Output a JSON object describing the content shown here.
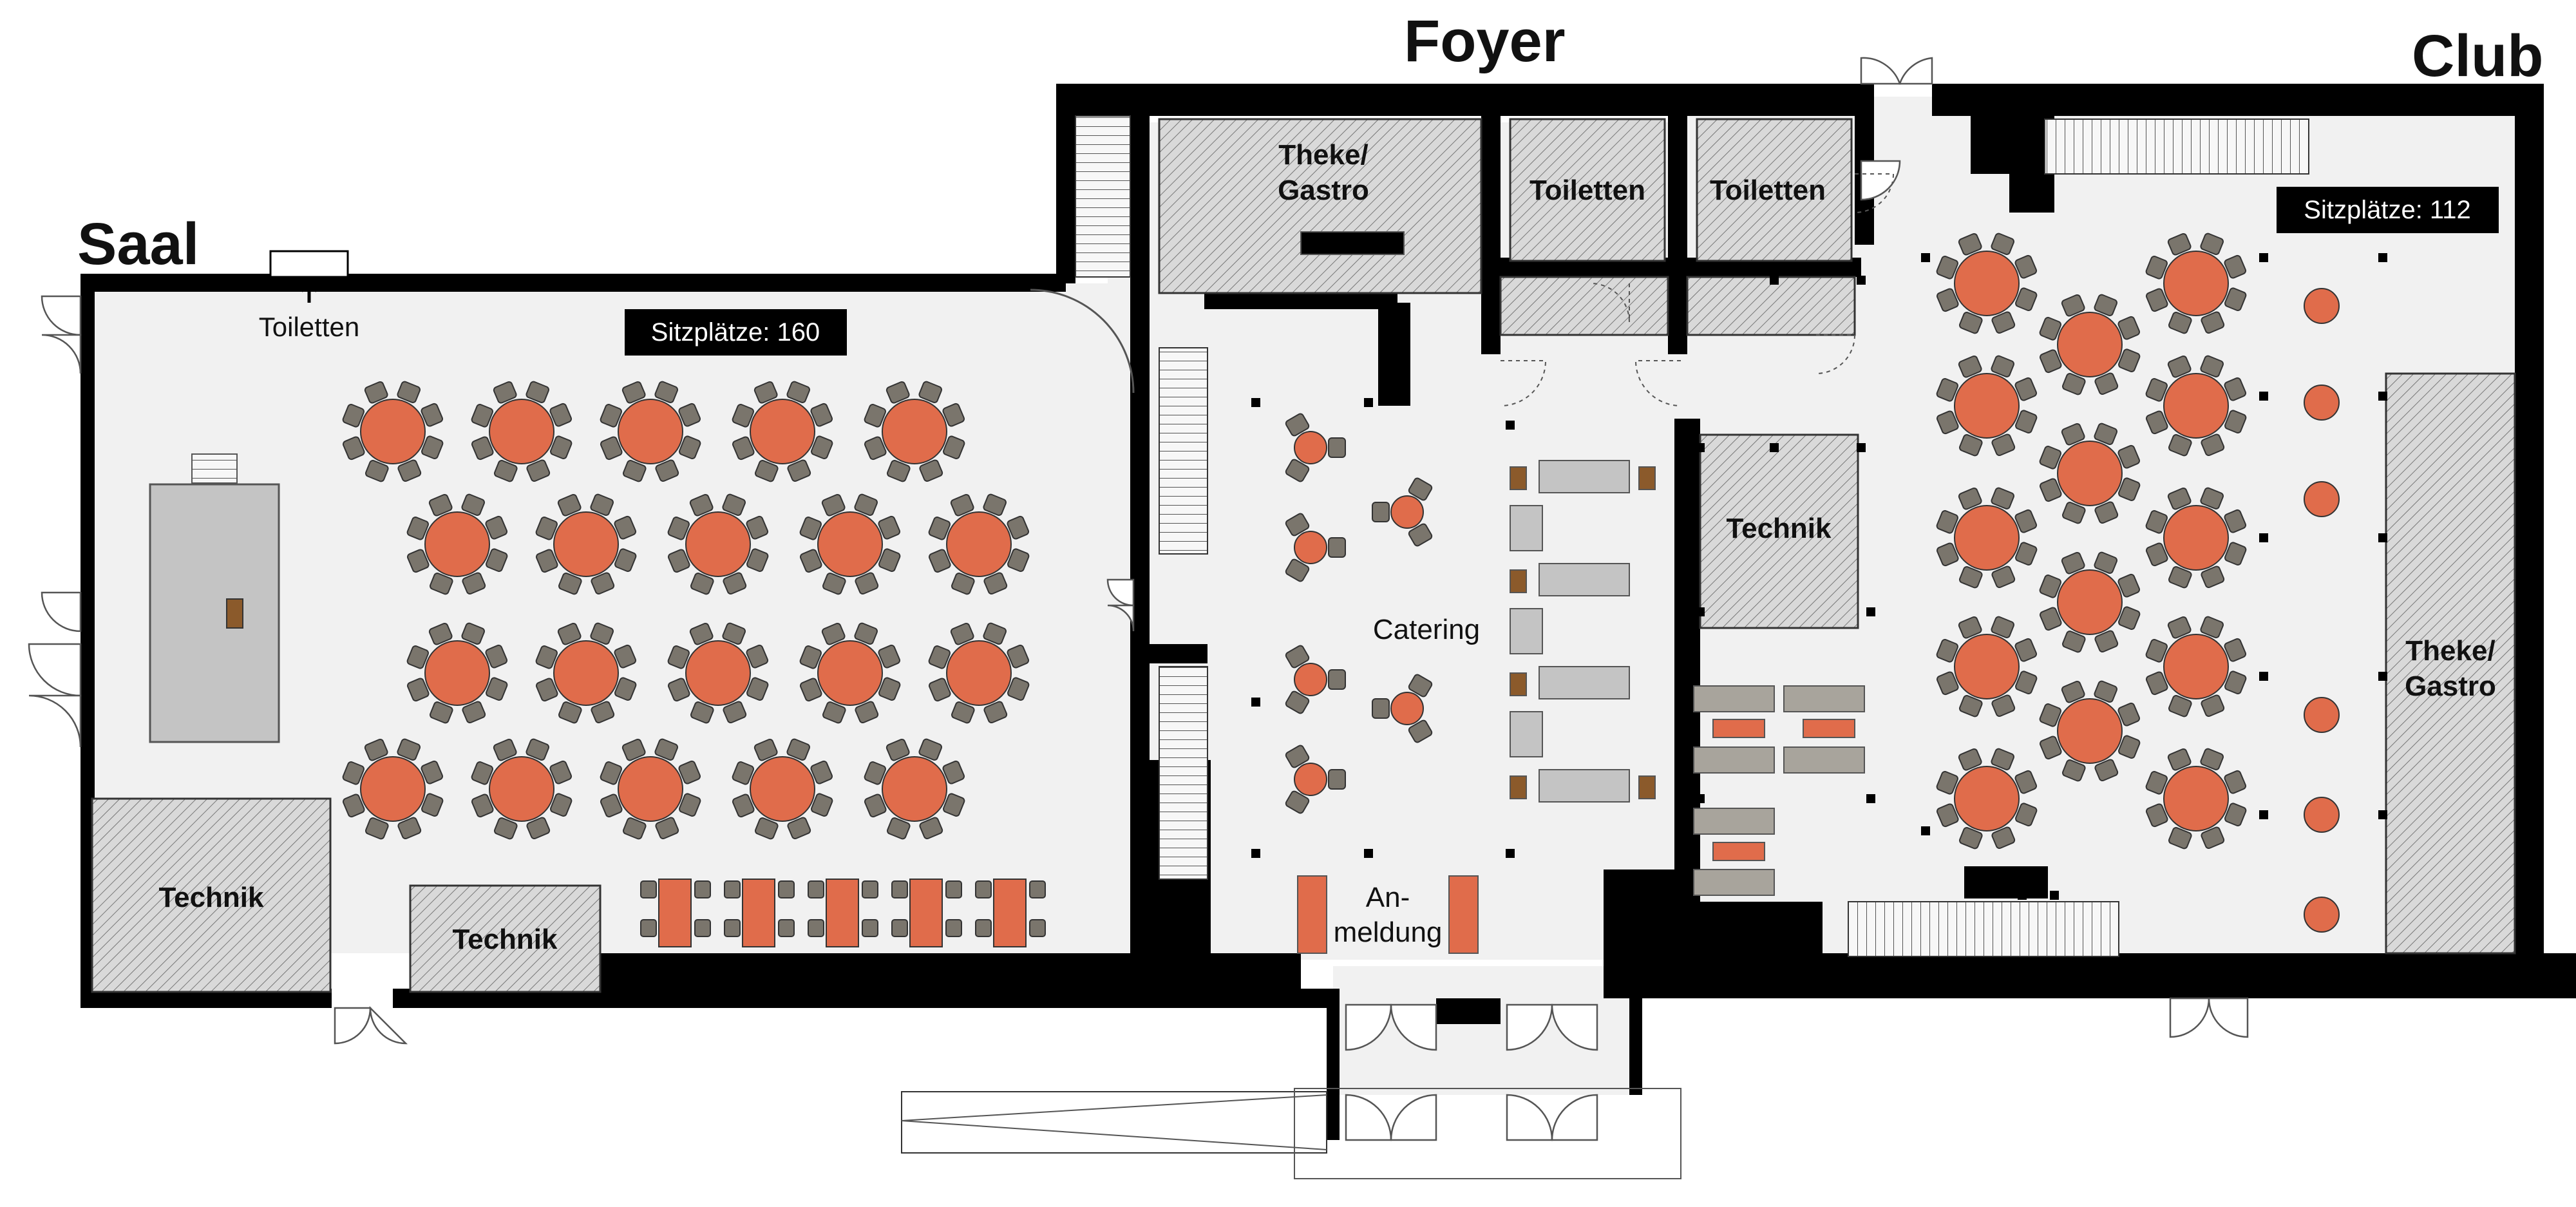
{
  "colors": {
    "wall": "#000000",
    "floor": "#f1f1f1",
    "table": "#e06c4b",
    "chair": "#7a756c",
    "hatch_bg": "#d9d9d9",
    "furniture": "#c4c4c4",
    "wood": "#8b5a2b",
    "badge_bg": "#000000",
    "badge_text": "#ffffff"
  },
  "areas": {
    "saal": {
      "title": "Saal",
      "seats": "Sitzplätze: 160",
      "toilets_label": "Toiletten"
    },
    "foyer": {
      "title": "Foyer",
      "catering": "Catering",
      "registration_line1": "An-",
      "registration_line2": "meldung"
    },
    "club": {
      "title": "Club",
      "seats": "Sitzplätze: 112"
    }
  },
  "rooms": {
    "technik": "Technik",
    "toiletten": "Toiletten",
    "theke_line1": "Theke/",
    "theke_line2": "Gastro"
  },
  "icons": {
    "round_table": "round-table-with-chairs",
    "door": "door-swing",
    "stairs": "staircase",
    "arrow": "arrow-up-icon"
  }
}
